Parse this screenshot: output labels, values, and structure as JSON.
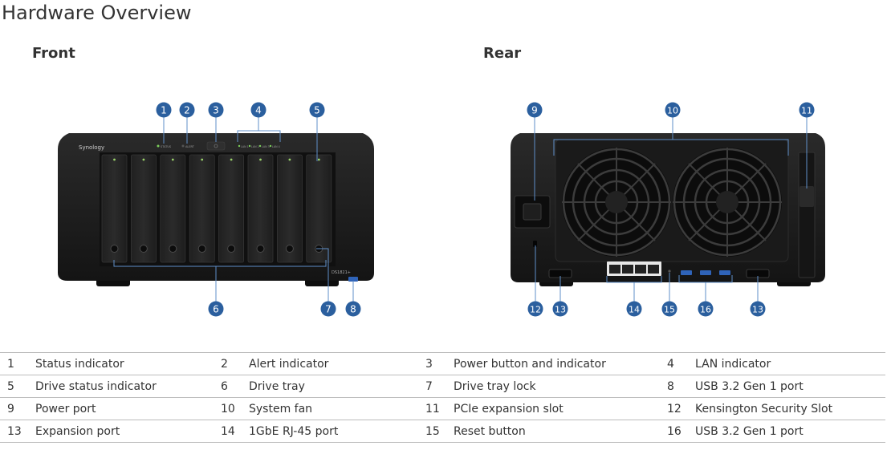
{
  "page_title": "Hardware Overview",
  "front_label": "Front",
  "rear_label": "Rear",
  "front_device": {
    "brand": "Synology",
    "model": "DS1821+",
    "panel_labels": [
      "STATUS",
      "ALERT",
      "LAN 1",
      "LAN 2",
      "LAN 3",
      "LAN 4"
    ],
    "drive_bay_count": 8
  },
  "callouts_front": [
    "1",
    "2",
    "3",
    "4",
    "5",
    "6",
    "7",
    "8"
  ],
  "callouts_rear": [
    "9",
    "10",
    "11",
    "12",
    "13",
    "14",
    "15",
    "16",
    "13"
  ],
  "legend": [
    [
      {
        "num": "1",
        "label": "Status indicator"
      },
      {
        "num": "2",
        "label": "Alert indicator"
      },
      {
        "num": "3",
        "label": "Power button and indicator"
      },
      {
        "num": "4",
        "label": "LAN indicator"
      }
    ],
    [
      {
        "num": "5",
        "label": "Drive status indicator"
      },
      {
        "num": "6",
        "label": "Drive tray"
      },
      {
        "num": "7",
        "label": "Drive tray lock"
      },
      {
        "num": "8",
        "label": "USB 3.2 Gen 1 port"
      }
    ],
    [
      {
        "num": "9",
        "label": "Power port"
      },
      {
        "num": "10",
        "label": "System fan"
      },
      {
        "num": "11",
        "label": "PCIe expansion slot"
      },
      {
        "num": "12",
        "label": "Kensington Security Slot"
      }
    ],
    [
      {
        "num": "13",
        "label": "Expansion port"
      },
      {
        "num": "14",
        "label": "1GbE RJ-45 port"
      },
      {
        "num": "15",
        "label": "Reset button"
      },
      {
        "num": "16",
        "label": "USB 3.2 Gen 1 port"
      }
    ]
  ],
  "colors": {
    "callout": "#2b5f9e",
    "leader": "#5f8fc9",
    "device_body": "#1c1c1c",
    "text": "#333333"
  }
}
